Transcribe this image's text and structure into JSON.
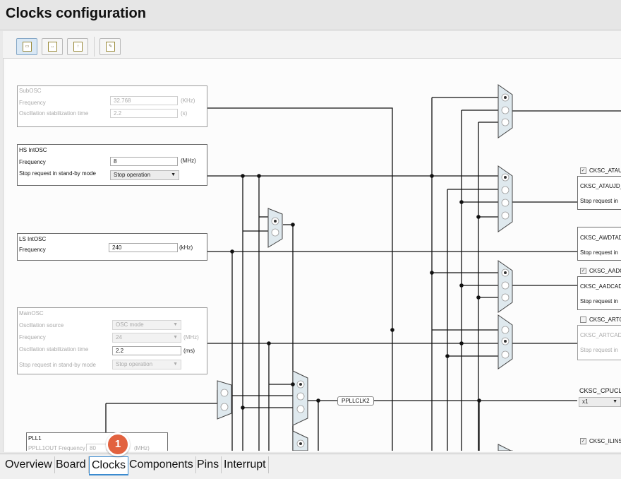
{
  "title": "Clocks configuration",
  "toolbar": {
    "buttons": [
      "fit-icon",
      "zoom-icon",
      "export-icon",
      "report-icon"
    ]
  },
  "subosc": {
    "title": "SubOSC",
    "freq_label": "Frequency",
    "freq_value": "32.768",
    "freq_unit": "(KHz)",
    "stab_label": "Oscillation stabilization time",
    "stab_value": "2.2",
    "stab_unit": "(s)"
  },
  "hsintosc": {
    "title": "HS IntOSC",
    "freq_label": "Frequency",
    "freq_value": "8",
    "freq_unit": "(MHz)",
    "stop_label": "Stop request in stand-by mode",
    "stop_value": "Stop operation"
  },
  "lsintosc": {
    "title": "LS IntOSC",
    "freq_label": "Frequency",
    "freq_value": "240",
    "freq_unit": "(kHz)"
  },
  "mainosc": {
    "title": "MainOSC",
    "src_label": "Oscillation source",
    "src_value": "OSC mode",
    "freq_label": "Frequency",
    "freq_value": "24",
    "freq_unit": "(MHz)",
    "stab_label": "Oscillation stabilization time",
    "stab_value": "2.2",
    "stab_unit": "(ms)",
    "stop_label": "Stop request in stand-by mode",
    "stop_value": "Stop operation"
  },
  "pll1": {
    "title": "PLL1",
    "out_label": "PPLL1OUT Frequency",
    "out_value": "80",
    "out_unit": "(MHz)"
  },
  "pllclk2": "PPLLCLK2",
  "right": {
    "ataujd_chk": "CKSC_ATAU",
    "ataujd_title": "CKSC_ATAUJD_C",
    "ataujd_stop": "Stop request in",
    "awdtad_title": "CKSC_AWDTAD_",
    "awdtad_stop": "Stop request in",
    "aadc_chk": "CKSC_AADC",
    "aadcad_title": "CKSC_AADCAD_",
    "aadcad_stop": "Stop request in",
    "artca_chk": "CKSC_ARTCA",
    "artcad_title": "CKSC_ARTCAD_",
    "artcad_stop": "Stop request in",
    "cpuclk_title": "CKSC_CPUCLK",
    "cpuclk_value": "x1",
    "ilins_chk": "CKSC_ILINS_"
  },
  "badge": "1",
  "tabs": [
    "Overview",
    "Board",
    "Clocks",
    "Components",
    "Pins",
    "Interrupt"
  ],
  "active_tab": "Clocks"
}
